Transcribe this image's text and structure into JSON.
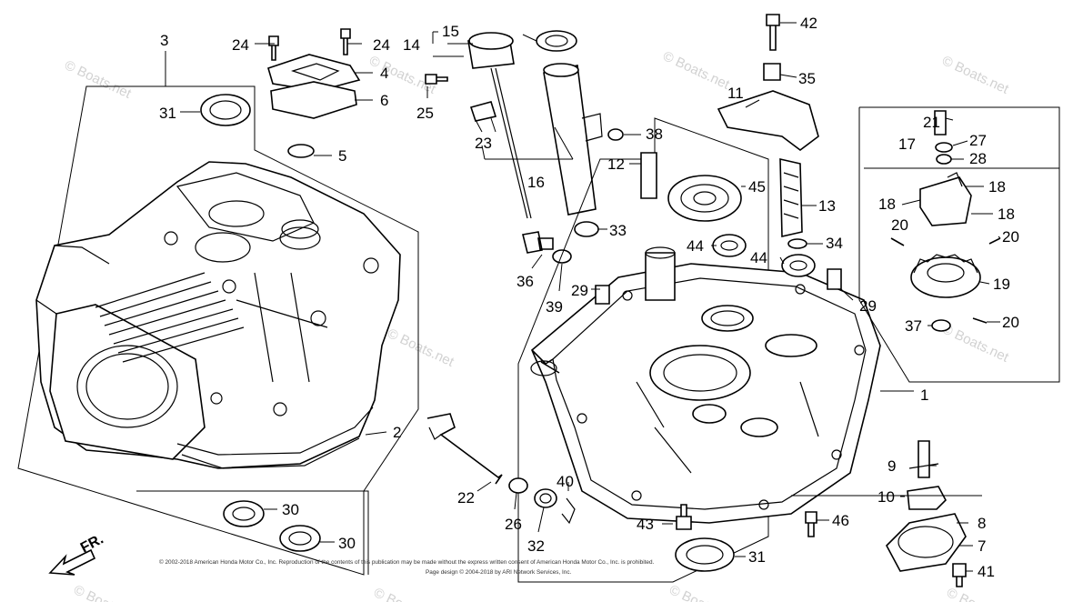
{
  "watermark": "© Boats.net",
  "copyright_lines": [
    "© 2002-2018 American Honda Motor Co., Inc. Reproduction of the contents of this publication may be made without the express written consent of American Honda Motor Co., Inc. is prohibited.",
    "Page design © 2004-2018 by ARI Network Services, Inc."
  ],
  "direction": "FR.",
  "callouts": {
    "c1": "1",
    "c2": "2",
    "c3": "3",
    "c4": "4",
    "c5": "5",
    "c6": "6",
    "c7": "7",
    "c8": "8",
    "c9": "9",
    "c10": "10",
    "c11": "11",
    "c12": "12",
    "c13": "13",
    "c14": "14",
    "c15": "15",
    "c16": "16",
    "c17": "17",
    "c18a": "18",
    "c18b": "18",
    "c18c": "18",
    "c19": "19",
    "c20a": "20",
    "c20b": "20",
    "c20c": "20",
    "c21": "21",
    "c22": "22",
    "c23": "23",
    "c24a": "24",
    "c24b": "24",
    "c25": "25",
    "c26": "26",
    "c27": "27",
    "c28": "28",
    "c29a": "29",
    "c29b": "29",
    "c30a": "30",
    "c30b": "30",
    "c31a": "31",
    "c31b": "31",
    "c32": "32",
    "c33": "33",
    "c34": "34",
    "c35": "35",
    "c36": "36",
    "c37": "37",
    "c38": "38",
    "c39": "39",
    "c40": "40",
    "c41": "41",
    "c42": "42",
    "c43": "43",
    "c44a": "44",
    "c44b": "44",
    "c45": "45",
    "c46": "46"
  }
}
